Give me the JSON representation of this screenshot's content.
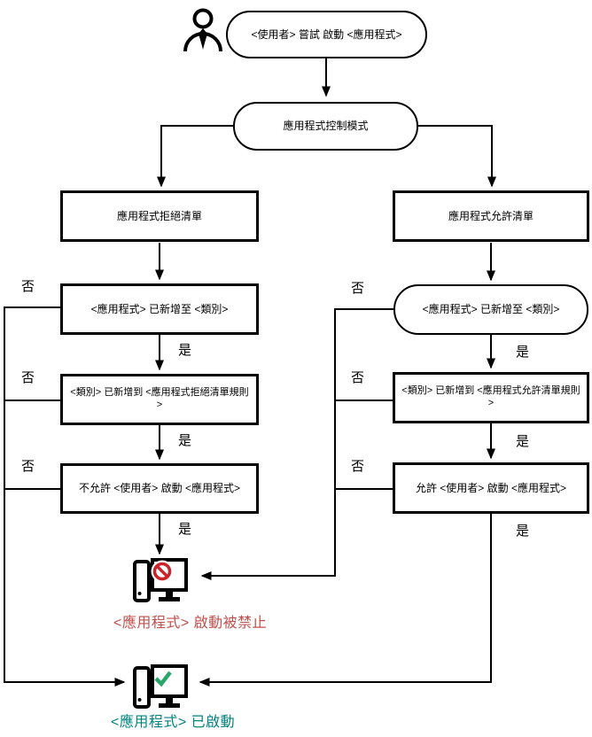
{
  "colors": {
    "line": "#000000",
    "blocked_text": "#c0504d",
    "started_text": "#00847e",
    "prohibit_red": "#cc2229",
    "check_green": "#2ba66b"
  },
  "labels": {
    "no": "否",
    "yes": "是"
  },
  "nodes": {
    "start": "<使用者> 嘗試 啟動 <應用程式>",
    "mode": "應用程式控制模式",
    "denylist": "應用程式拒絕清單",
    "allowlist": "應用程式允許清單",
    "deny_category": "<應用程式> 已新增至 <類別>",
    "allow_category": "<應用程式> 已新增至 <類別>",
    "deny_rule": "<類別> 已新增到 <應用程式拒絕清單規則>",
    "allow_rule": "<類別> 已新增到 <應用程式允許清單規則>",
    "deny_action": "不允許 <使用者> 啟動 <應用程式>",
    "allow_action": "允許 <使用者> 啟動 <應用程式>",
    "blocked": "<應用程式> 啟動被禁止",
    "started": "<應用程式> 已啟動"
  },
  "icons": {
    "actor": "user-actor-icon",
    "blocked": "computer-app-blocked-icon",
    "started": "computer-app-started-icon"
  }
}
